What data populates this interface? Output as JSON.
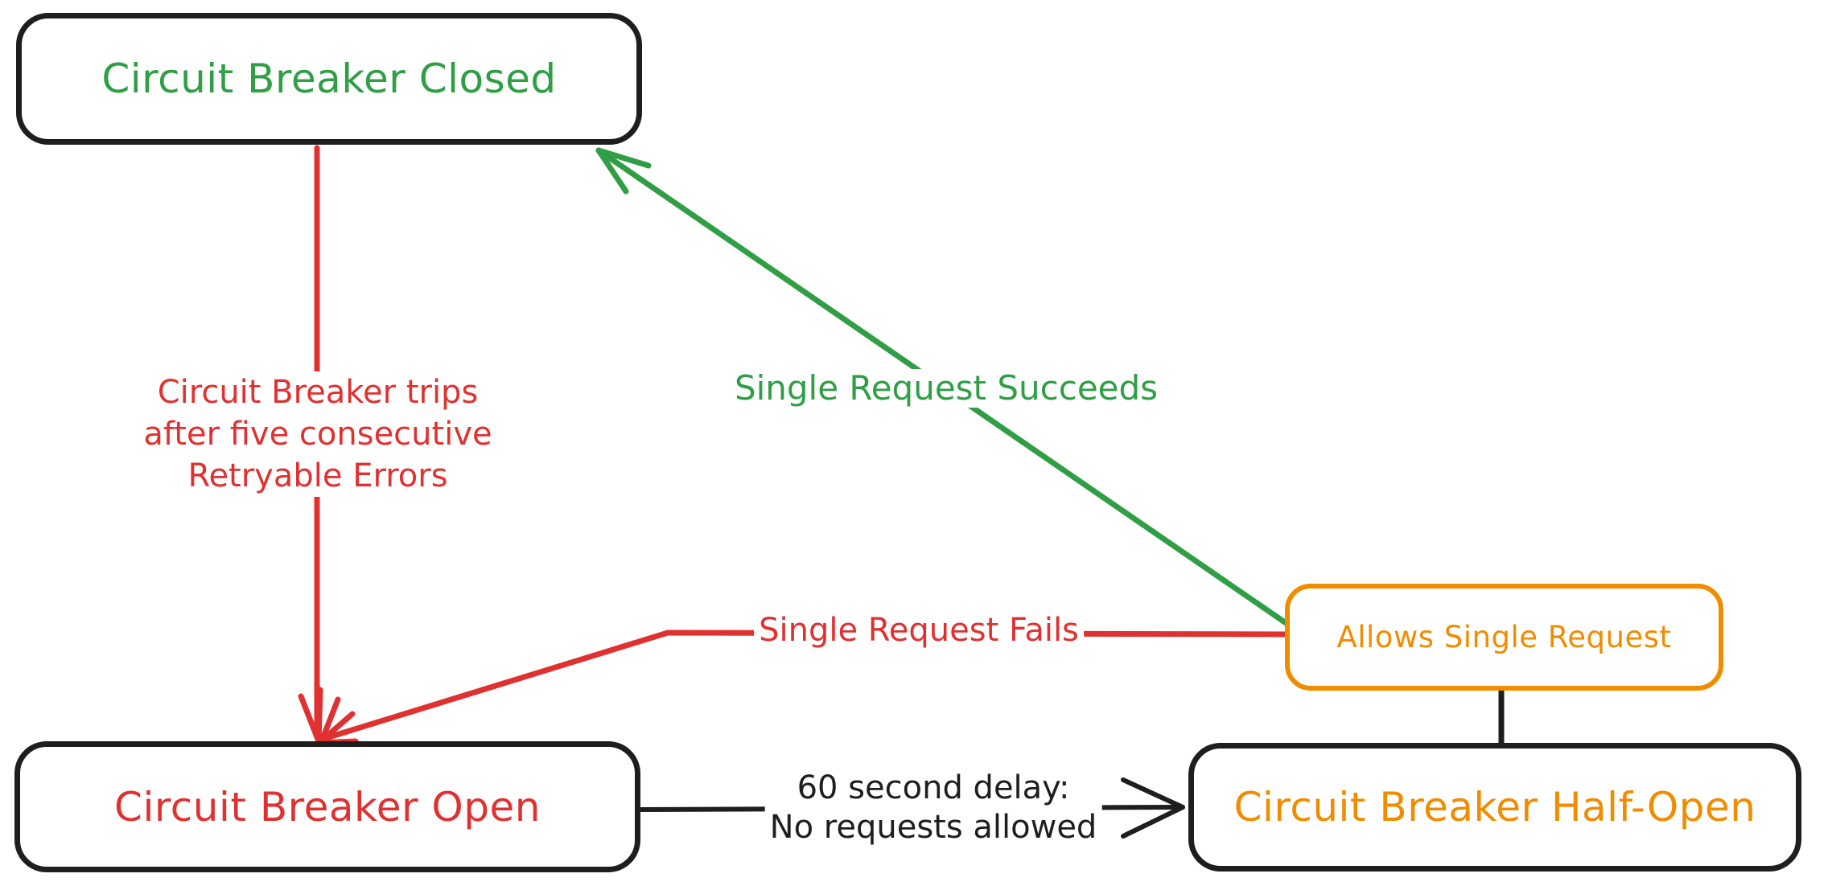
{
  "diagram": {
    "type": "state-machine",
    "background_color": "#ffffff",
    "stroke_color": "#1e1e1e",
    "nodes": {
      "closed": {
        "label": "Circuit Breaker Closed",
        "text_color": "#2f9e44",
        "border_color": "#1e1e1e"
      },
      "open": {
        "label": "Circuit Breaker Open",
        "text_color": "#e03131",
        "border_color": "#1e1e1e"
      },
      "half_open": {
        "label": "Circuit Breaker Half-Open",
        "text_color": "#f08c00",
        "border_color": "#1e1e1e"
      },
      "allows_single_request": {
        "label": "Allows Single Request",
        "text_color": "#f08c00",
        "border_color": "#f08c00"
      }
    },
    "edges": {
      "trip": {
        "from": "closed",
        "to": "open",
        "color": "#e03131",
        "label_line1": "Circuit Breaker trips",
        "label_line2": "after five consecutive",
        "label_line3": "Retryable Errors"
      },
      "succeeds": {
        "from": "allows_single_request",
        "to": "closed",
        "color": "#2f9e44",
        "label": "Single Request Succeeds"
      },
      "fails": {
        "from": "allows_single_request",
        "to": "open",
        "color": "#e03131",
        "label": "Single Request Fails"
      },
      "delay": {
        "from": "open",
        "to": "half_open",
        "color": "#1e1e1e",
        "label_line1": "60 second delay:",
        "label_line2": "No requests allowed"
      },
      "half_open_connector": {
        "from": "allows_single_request",
        "to": "half_open",
        "color": "#1e1e1e"
      }
    }
  }
}
